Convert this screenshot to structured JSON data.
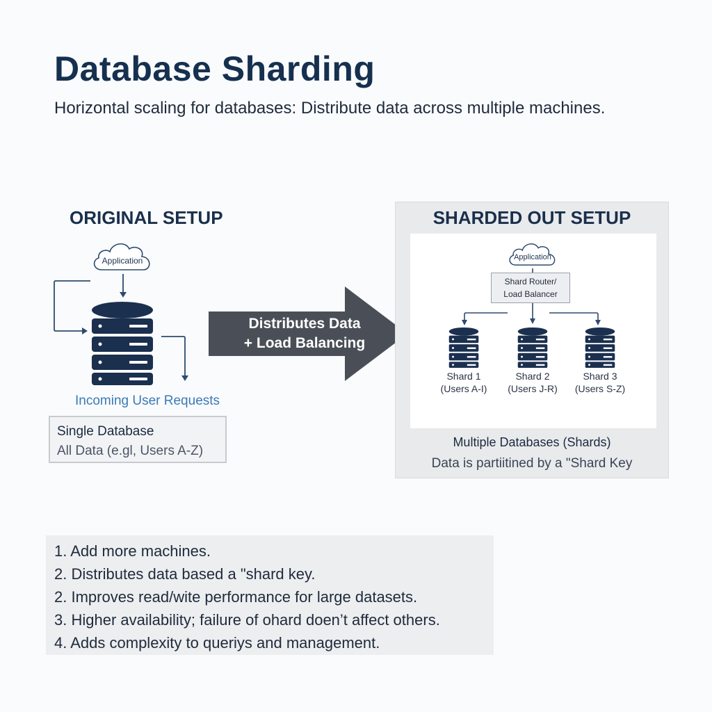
{
  "header": {
    "title": "Database Sharding",
    "subtitle": "Horizontal scaling for databases: Distribute data across multiple machines."
  },
  "original": {
    "heading": "ORIGINAL SETUP",
    "app_label": "Application",
    "requests_label": "Incoming User Requests",
    "box_title": "Single Database",
    "box_subtitle": "All Data (e.gl, Users A-Z)"
  },
  "transition": {
    "line1": "Distributes Data",
    "line2": "+ Load Balancing"
  },
  "sharded": {
    "heading": "SHARDED OUT SETUP",
    "app_label": "Application",
    "router_line1": "Shard Router/",
    "router_line2": "Load Balancer",
    "shards": [
      {
        "name": "Shard 1",
        "range": "(Users A-I)"
      },
      {
        "name": "Shard 2",
        "range": "(Users J-R)"
      },
      {
        "name": "Shard 3",
        "range": "(Users S-Z)"
      }
    ],
    "footer_title": "Multiple Databases (Shards)",
    "footer_subtitle": "Data is partiitined by a \"Shard Key"
  },
  "notes": [
    "1. Add more machines.",
    "2. Distributes data based a \"shard key.",
    "2. Improves read/wite performance for large datasets.",
    "3. Higher availability; failure of ohard doen’t affect others.",
    "4. Adds complexity to queriys and management."
  ],
  "colors": {
    "navy": "#1b2f4f",
    "arrow": "#4a4f57",
    "link_blue": "#3b7ab6"
  }
}
